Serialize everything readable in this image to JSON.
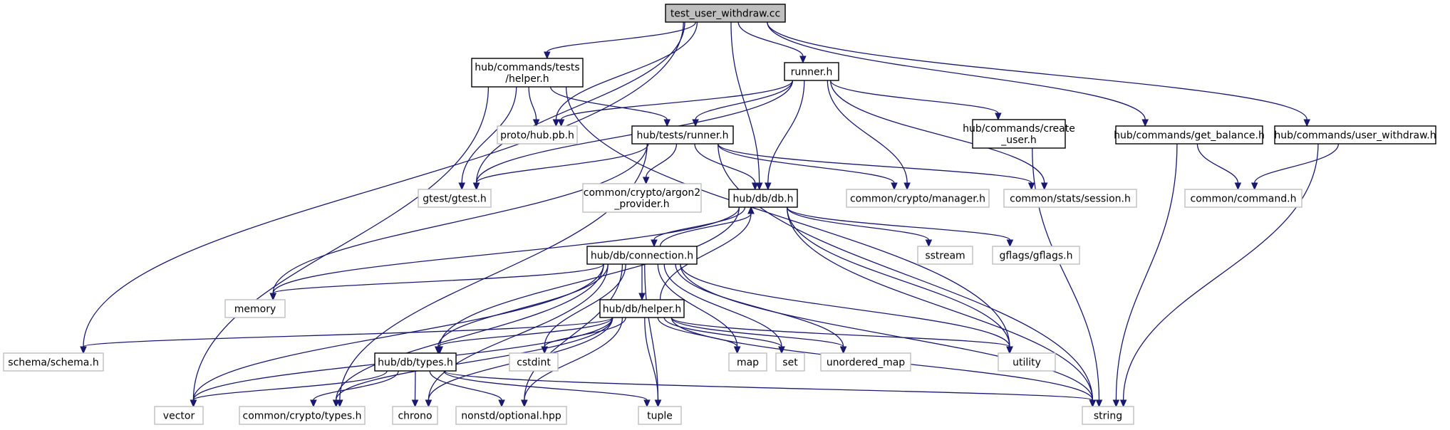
{
  "colors": {
    "edge": "#191970",
    "root_fill": "#bfbfbf",
    "external_border": "#bfbfbf"
  },
  "nodes": [
    {
      "id": "root",
      "kind": "root",
      "lines": [
        "test_user_withdraw.cc"
      ]
    },
    {
      "id": "tests_helper",
      "kind": "local",
      "lines": [
        "hub/commands/tests",
        "/helper.h"
      ]
    },
    {
      "id": "runner",
      "kind": "local",
      "lines": [
        "runner.h"
      ]
    },
    {
      "id": "proto",
      "kind": "external",
      "lines": [
        "proto/hub.pb.h"
      ]
    },
    {
      "id": "tests_runner",
      "kind": "local",
      "lines": [
        "hub/tests/runner.h"
      ]
    },
    {
      "id": "create_user",
      "kind": "local",
      "lines": [
        "hub/commands/create",
        "_user.h"
      ]
    },
    {
      "id": "get_balance",
      "kind": "local",
      "lines": [
        "hub/commands/get_balance.h"
      ]
    },
    {
      "id": "user_withdraw",
      "kind": "local",
      "lines": [
        "hub/commands/user_withdraw.h"
      ]
    },
    {
      "id": "gtest",
      "kind": "external",
      "lines": [
        "gtest/gtest.h"
      ]
    },
    {
      "id": "argon2",
      "kind": "external",
      "lines": [
        "common/crypto/argon2",
        "_provider.h"
      ]
    },
    {
      "id": "db",
      "kind": "local",
      "lines": [
        "hub/db/db.h"
      ]
    },
    {
      "id": "crypto_manager",
      "kind": "external",
      "lines": [
        "common/crypto/manager.h"
      ]
    },
    {
      "id": "stats_session",
      "kind": "external",
      "lines": [
        "common/stats/session.h"
      ]
    },
    {
      "id": "command",
      "kind": "external",
      "lines": [
        "common/command.h"
      ]
    },
    {
      "id": "sstream",
      "kind": "external",
      "lines": [
        "sstream"
      ]
    },
    {
      "id": "gflags",
      "kind": "external",
      "lines": [
        "gflags/gflags.h"
      ]
    },
    {
      "id": "connection",
      "kind": "local",
      "lines": [
        "hub/db/connection.h"
      ]
    },
    {
      "id": "memory",
      "kind": "external",
      "lines": [
        "memory"
      ]
    },
    {
      "id": "db_helper",
      "kind": "local",
      "lines": [
        "hub/db/helper.h"
      ]
    },
    {
      "id": "schema",
      "kind": "external",
      "lines": [
        "schema/schema.h"
      ]
    },
    {
      "id": "db_types",
      "kind": "local",
      "lines": [
        "hub/db/types.h"
      ]
    },
    {
      "id": "cstdint",
      "kind": "external",
      "lines": [
        "cstdint"
      ]
    },
    {
      "id": "map",
      "kind": "external",
      "lines": [
        "map"
      ]
    },
    {
      "id": "set",
      "kind": "external",
      "lines": [
        "set"
      ]
    },
    {
      "id": "unordered_map",
      "kind": "external",
      "lines": [
        "unordered_map"
      ]
    },
    {
      "id": "utility",
      "kind": "external",
      "lines": [
        "utility"
      ]
    },
    {
      "id": "vector",
      "kind": "external",
      "lines": [
        "vector"
      ]
    },
    {
      "id": "crypto_types",
      "kind": "external",
      "lines": [
        "common/crypto/types.h"
      ]
    },
    {
      "id": "chrono",
      "kind": "external",
      "lines": [
        "chrono"
      ]
    },
    {
      "id": "optional",
      "kind": "external",
      "lines": [
        "nonstd/optional.hpp"
      ]
    },
    {
      "id": "tuple",
      "kind": "external",
      "lines": [
        "tuple"
      ]
    },
    {
      "id": "string",
      "kind": "external",
      "lines": [
        "string"
      ]
    }
  ],
  "edges": [
    [
      "root",
      "schema"
    ],
    [
      "root",
      "tests_helper"
    ],
    [
      "root",
      "proto"
    ],
    [
      "root",
      "gtest"
    ],
    [
      "root",
      "runner"
    ],
    [
      "root",
      "db"
    ],
    [
      "root",
      "get_balance"
    ],
    [
      "root",
      "user_withdraw"
    ],
    [
      "tests_helper",
      "proto"
    ],
    [
      "tests_helper",
      "tests_runner"
    ],
    [
      "tests_helper",
      "gtest"
    ],
    [
      "tests_helper",
      "vector"
    ],
    [
      "tests_helper",
      "utility"
    ],
    [
      "runner",
      "proto"
    ],
    [
      "runner",
      "tests_runner"
    ],
    [
      "runner",
      "gtest"
    ],
    [
      "runner",
      "db"
    ],
    [
      "runner",
      "create_user"
    ],
    [
      "runner",
      "crypto_manager"
    ],
    [
      "runner",
      "stats_session"
    ],
    [
      "tests_runner",
      "gtest"
    ],
    [
      "tests_runner",
      "argon2"
    ],
    [
      "tests_runner",
      "db"
    ],
    [
      "tests_runner",
      "crypto_manager"
    ],
    [
      "tests_runner",
      "stats_session"
    ],
    [
      "tests_runner",
      "memory"
    ],
    [
      "tests_runner",
      "crypto_types"
    ],
    [
      "tests_runner",
      "string"
    ],
    [
      "create_user",
      "string"
    ],
    [
      "get_balance",
      "command"
    ],
    [
      "get_balance",
      "string"
    ],
    [
      "user_withdraw",
      "command"
    ],
    [
      "user_withdraw",
      "string"
    ],
    [
      "db",
      "connection"
    ],
    [
      "db",
      "sstream"
    ],
    [
      "db",
      "gflags"
    ],
    [
      "db",
      "memory"
    ],
    [
      "db",
      "utility"
    ],
    [
      "db",
      "string"
    ],
    [
      "db",
      "db_types"
    ],
    [
      "connection",
      "db"
    ],
    [
      "connection",
      "memory"
    ],
    [
      "connection",
      "db_helper"
    ],
    [
      "connection",
      "db_types"
    ],
    [
      "connection",
      "cstdint"
    ],
    [
      "connection",
      "map"
    ],
    [
      "connection",
      "set"
    ],
    [
      "connection",
      "unordered_map"
    ],
    [
      "connection",
      "utility"
    ],
    [
      "connection",
      "vector"
    ],
    [
      "connection",
      "crypto_types"
    ],
    [
      "connection",
      "chrono"
    ],
    [
      "connection",
      "optional"
    ],
    [
      "connection",
      "tuple"
    ],
    [
      "connection",
      "string"
    ],
    [
      "db_helper",
      "db"
    ],
    [
      "db_helper",
      "schema"
    ],
    [
      "db_helper",
      "db_types"
    ],
    [
      "db_helper",
      "cstdint"
    ],
    [
      "db_helper",
      "map"
    ],
    [
      "db_helper",
      "set"
    ],
    [
      "db_helper",
      "unordered_map"
    ],
    [
      "db_helper",
      "utility"
    ],
    [
      "db_helper",
      "vector"
    ],
    [
      "db_helper",
      "crypto_types"
    ],
    [
      "db_helper",
      "chrono"
    ],
    [
      "db_helper",
      "optional"
    ],
    [
      "db_helper",
      "tuple"
    ],
    [
      "db_helper",
      "string"
    ],
    [
      "db_types",
      "vector"
    ],
    [
      "db_types",
      "crypto_types"
    ],
    [
      "db_types",
      "chrono"
    ],
    [
      "db_types",
      "optional"
    ],
    [
      "db_types",
      "tuple"
    ],
    [
      "db_types",
      "string"
    ]
  ]
}
